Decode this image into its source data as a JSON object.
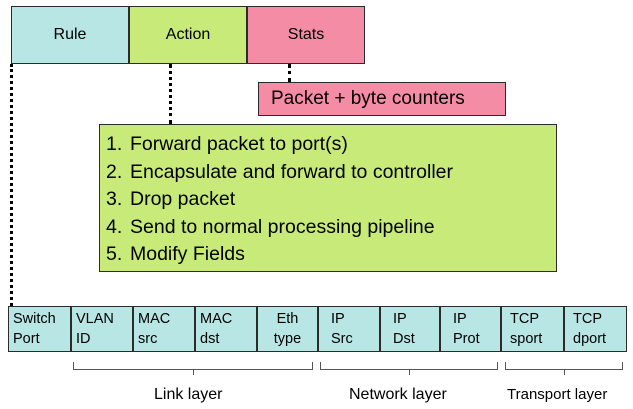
{
  "header": {
    "rule": "Rule",
    "action": "Action",
    "stats": "Stats"
  },
  "stats_detail": "Packet + byte counters",
  "actions": [
    {
      "num": "1.",
      "text": "Forward packet to port(s)"
    },
    {
      "num": "2.",
      "text": "Encapsulate and forward to controller"
    },
    {
      "num": "3.",
      "text": "Drop packet"
    },
    {
      "num": "4.",
      "text": "Send to normal processing pipeline"
    },
    {
      "num": "5.",
      "text": "Modify Fields"
    }
  ],
  "fields": [
    {
      "l1": "Switch",
      "l2": "Port"
    },
    {
      "l1": "VLAN",
      "l2": "ID"
    },
    {
      "l1": "MAC",
      "l2": "src"
    },
    {
      "l1": "MAC",
      "l2": "dst"
    },
    {
      "l1": "Eth",
      "l2": "type"
    },
    {
      "l1": "IP",
      "l2": "Src"
    },
    {
      "l1": "IP",
      "l2": "Dst"
    },
    {
      "l1": "IP",
      "l2": "Prot"
    },
    {
      "l1": "TCP",
      "l2": "sport"
    },
    {
      "l1": "TCP",
      "l2": "dport"
    }
  ],
  "layers": {
    "link": "Link layer",
    "network": "Network layer",
    "transport": "Transport layer"
  },
  "colors": {
    "rule": "#b8e6e4",
    "action": "#c7ea79",
    "stats": "#f58ca6"
  }
}
